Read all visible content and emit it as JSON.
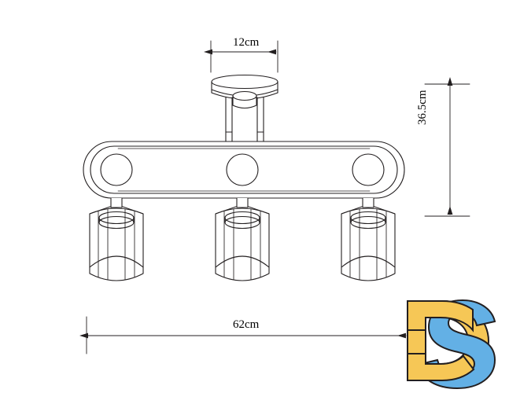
{
  "drawing": {
    "title": "Ceiling light technical dimension drawing",
    "background_color": "#ffffff",
    "line_color": "#231f20",
    "fixture": {
      "name": "3-light ceiling spot bar",
      "parts": [
        "ceiling-canopy",
        "support-rods",
        "horizontal-bar",
        "ball-joints",
        "lamp-sockets",
        "glass-shades"
      ],
      "shade_count": 3
    }
  },
  "dimensions": {
    "width_top": {
      "value": "12cm",
      "axis": "horizontal",
      "describes": "ceiling canopy diameter"
    },
    "width_bottom": {
      "value": "62cm",
      "axis": "horizontal",
      "describes": "overall fixture width"
    },
    "height_right": {
      "value": "36.5cm",
      "axis": "vertical",
      "describes": "overall fixture drop height"
    }
  },
  "logo": {
    "text": "DS",
    "letter_d": "D",
    "letter_s": "S",
    "color_d": "#f6c756",
    "color_s": "#63b0e5",
    "outline_color": "#231f20"
  }
}
